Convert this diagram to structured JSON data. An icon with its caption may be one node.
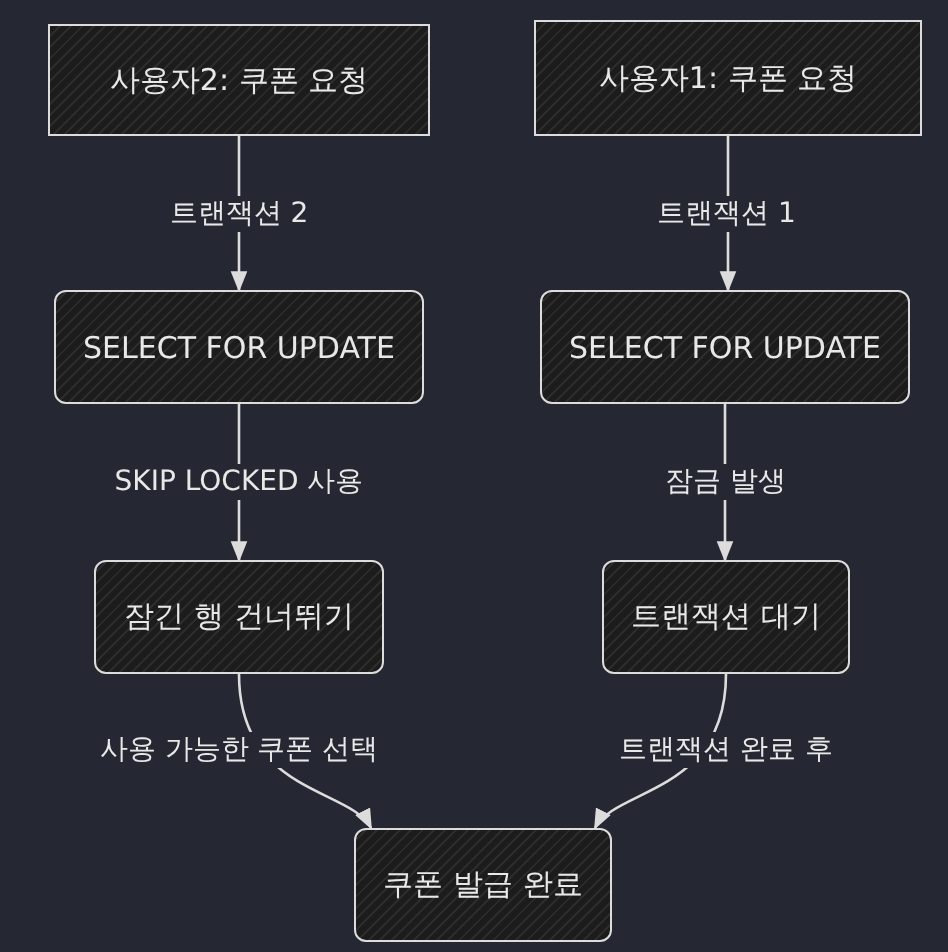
{
  "diagram": {
    "nodes": [
      {
        "text": [
          "사용자2: 쿠폰 요청"
        ]
      },
      {
        "text": [
          "사용자1: 쿠폰 요청"
        ]
      },
      {
        "text": [
          "SELECT FOR UPDATE"
        ]
      },
      {
        "text": [
          "SELECT FOR UPDATE"
        ]
      },
      {
        "text": [
          "잠긴 행 건너뛰기"
        ]
      },
      {
        "text": [
          "트랜잭션 대기"
        ]
      },
      {
        "text": [
          "쿠폰 발급 완료"
        ]
      }
    ],
    "edges": [
      {
        "from": 0,
        "to": 2,
        "arrow": "to",
        "label": "트랜잭션 2"
      },
      {
        "from": 1,
        "to": 3,
        "arrow": "to",
        "label": "트랜잭션 1"
      },
      {
        "from": 2,
        "to": 4,
        "arrow": "to",
        "label": "SKIP LOCKED 사용"
      },
      {
        "from": 3,
        "to": 5,
        "arrow": "to",
        "label": "잠금 발생"
      },
      {
        "from": 4,
        "to": 6,
        "arrow": "to",
        "label": "사용 가능한 쿠폰 선택"
      },
      {
        "from": 5,
        "to": 6,
        "arrow": "to",
        "label": "트랜잭션 완료 후"
      }
    ]
  }
}
